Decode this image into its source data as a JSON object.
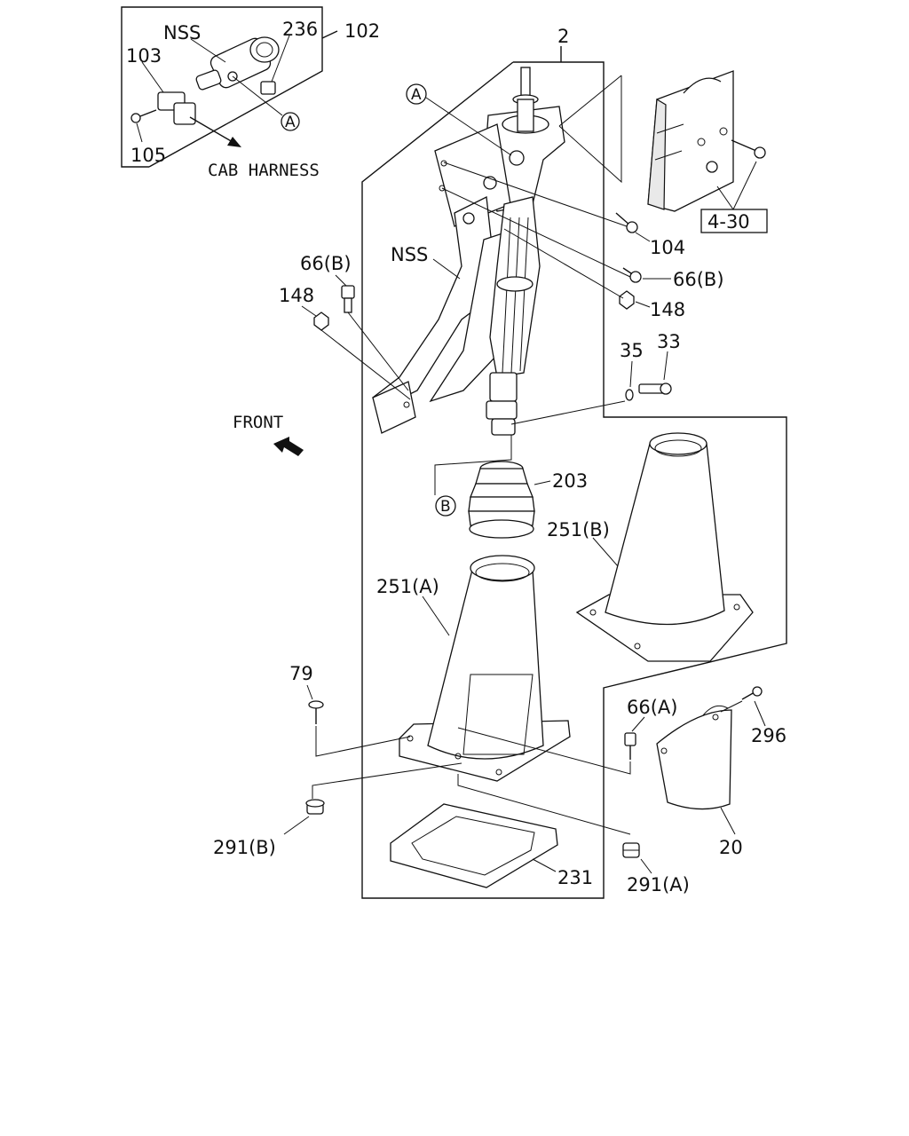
{
  "inset": {
    "NSS": "NSS",
    "callout_236": "236",
    "callout_102": "102",
    "callout_103": "103",
    "callout_105": "105",
    "ref_A": "A",
    "cab_harness": "CAB HARNESS"
  },
  "main": {
    "callout_2": "2",
    "ref_A": "A",
    "callout_104": "104",
    "callout_66B_right": "66(B)",
    "callout_148_right": "148",
    "callout_35": "35",
    "callout_33": "33",
    "ref_4_30": "4-30",
    "nss": "NSS",
    "callout_66B_left": "66(B)",
    "callout_148_left": "148",
    "front": "FRONT",
    "ref_B": "B",
    "callout_203": "203",
    "callout_251B": "251(B)",
    "callout_251A": "251(A)",
    "callout_79": "79",
    "callout_66A": "66(A)",
    "callout_296": "296",
    "callout_20": "20",
    "callout_291B": "291(B)",
    "callout_231": "231",
    "callout_291A": "291(A)"
  }
}
